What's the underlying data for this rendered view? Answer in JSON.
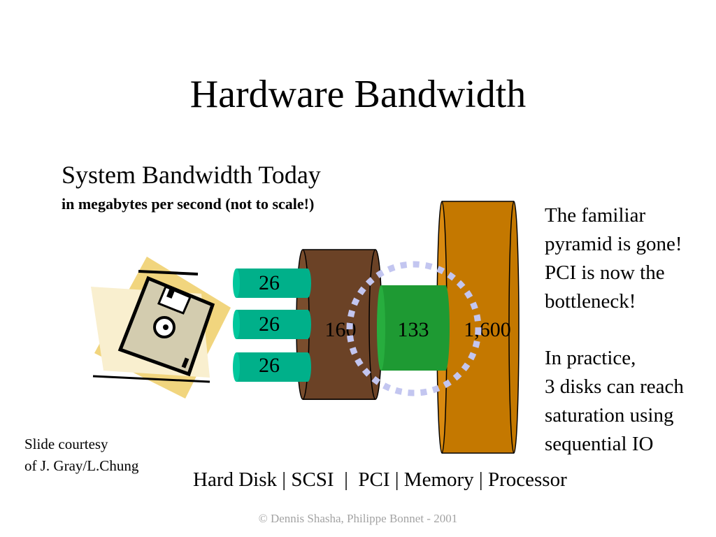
{
  "slide": {
    "title": "Hardware Bandwidth",
    "subtitle": "System Bandwidth Today",
    "subtitle_detail": "in megabytes per second (not to scale!)",
    "note_lines": [
      "The familiar",
      "pyramid is gone!",
      "PCI is now the",
      "bottleneck!"
    ],
    "practice_lines": [
      "In practice,",
      "3 disks can reach",
      "saturation using",
      "sequential IO"
    ],
    "courtesy_lines": [
      "Slide courtesy",
      "of J. Gray/L.Chung"
    ],
    "legend": "Hard Disk | SCSI  |  PCI | Memory | Processor",
    "footer": "© Dennis Shasha, Philippe Bonnet - 2001"
  },
  "diagram": {
    "disk_values": [
      "26",
      "26",
      "26"
    ],
    "scsi_value": "160",
    "pci_value": "133",
    "memory_value": "1,600",
    "colors": {
      "disk_pipe": "#00b08a",
      "scsi": "#6b4226",
      "pci": "#1e9a33",
      "memory": "#c47800",
      "bottleneck_circle": "#c3c6f0",
      "floppy_yellow": "#f1d57e",
      "floppy_cream": "#f9efcf",
      "floppy_body": "#d3ccaf"
    }
  }
}
